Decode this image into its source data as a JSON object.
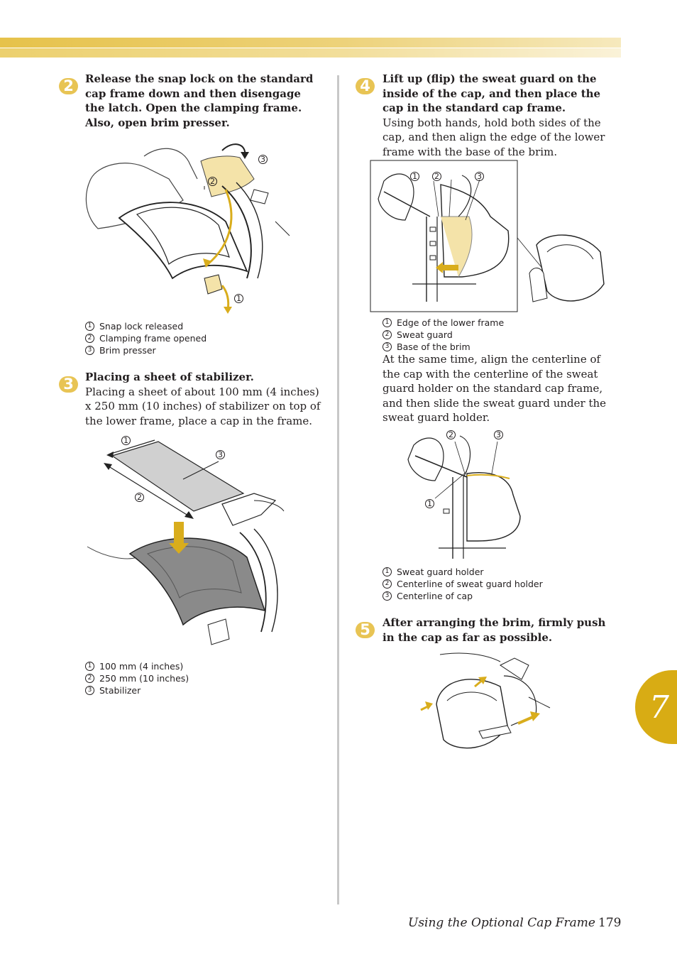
{
  "steps": {
    "s2": {
      "badge": "2",
      "heading": "Release the snap lock on the standard cap frame down and then disengage the latch. Open the clamping frame. Also, open brim presser.",
      "legend": [
        {
          "num": "1",
          "text": "Snap lock released"
        },
        {
          "num": "2",
          "text": "Clamping frame opened"
        },
        {
          "num": "3",
          "text": "Brim presser"
        }
      ]
    },
    "s3": {
      "badge": "3",
      "heading": "Placing a sheet of stabilizer.",
      "body": "Placing a sheet of about 100 mm (4 inches) x 250 mm (10 inches) of stabilizer on top of the lower frame, place a cap in the frame.",
      "legend": [
        {
          "num": "1",
          "text": "100 mm (4 inches)"
        },
        {
          "num": "2",
          "text": "250 mm (10 inches)"
        },
        {
          "num": "3",
          "text": "Stabilizer"
        }
      ]
    },
    "s4": {
      "badge": "4",
      "heading": "Lift up (flip) the sweat guard on the inside of the cap, and then place the cap in the standard cap frame.",
      "body": "Using both hands, hold both sides of the cap, and then align the edge of the lower frame with the base of the brim.",
      "legend": [
        {
          "num": "1",
          "text": "Edge of the lower frame"
        },
        {
          "num": "2",
          "text": "Sweat guard"
        },
        {
          "num": "3",
          "text": "Base of the brim"
        }
      ],
      "body2": "At the same time, align the centerline of the cap with the centerline of the sweat guard holder on the standard cap frame, and then slide the sweat guard under the sweat guard holder.",
      "legend2": [
        {
          "num": "1",
          "text": "Sweat guard holder"
        },
        {
          "num": "2",
          "text": "Centerline of sweat guard holder"
        },
        {
          "num": "3",
          "text": "Centerline of cap"
        }
      ]
    },
    "s5": {
      "badge": "5",
      "heading": "After arranging the brim, firmly push in the cap as far as possible."
    }
  },
  "callouts": {
    "c1": "1",
    "c2": "2",
    "c3": "3"
  },
  "chapter": "7",
  "footer": {
    "title": "Using the Optional Cap Frame",
    "page": "179"
  },
  "colors": {
    "accent": "#e8c454",
    "tab": "#d8ac14",
    "arrow": "#d9ad1c",
    "divider": "#c8c8c8"
  }
}
